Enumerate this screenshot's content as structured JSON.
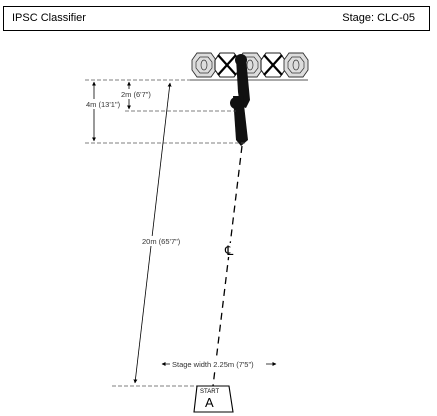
{
  "header": {
    "title": "IPSC Classifier",
    "stage": "Stage: CLC-05"
  },
  "dimensions": {
    "d1": "2m (6'7\")",
    "d2": "4m (13'1\")",
    "d3": "20m (65'7\")",
    "stage_width": "Stage width 2.25m (7'5\")"
  },
  "start_box": {
    "label": "START",
    "letter": "A"
  },
  "centerline_symbol": "℄",
  "targets": {
    "sequence": [
      "paper-target",
      "no-shoot",
      "paper-target",
      "no-shoot",
      "paper-target"
    ]
  }
}
